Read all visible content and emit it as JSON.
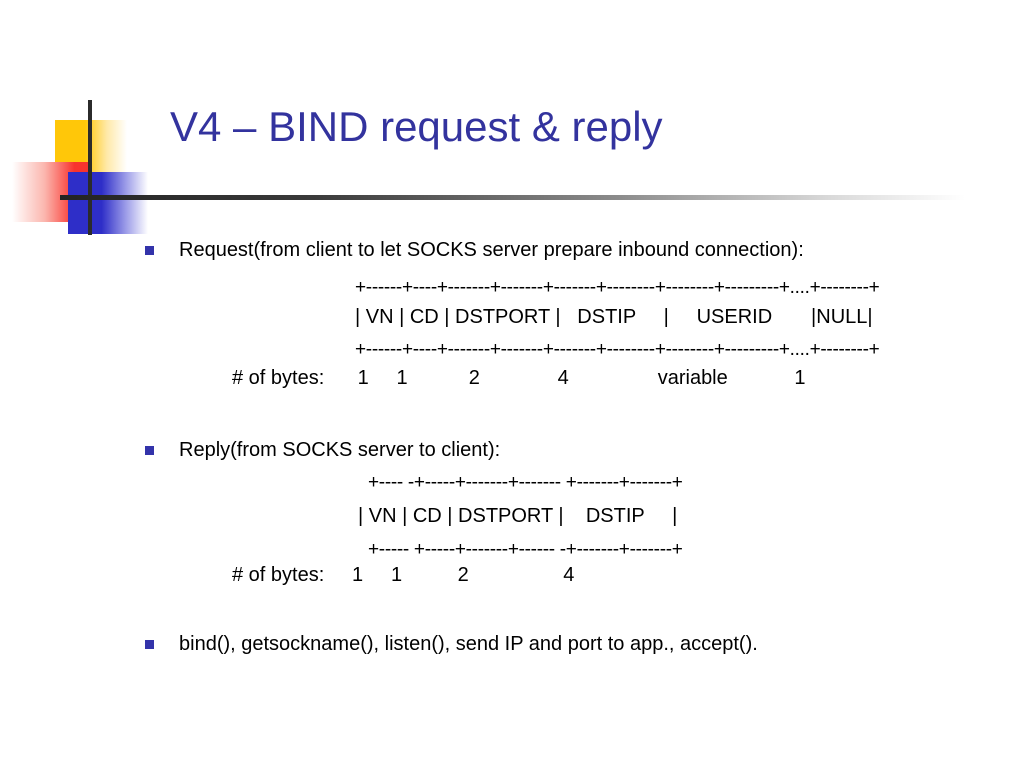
{
  "slide": {
    "title": "V4 – BIND request & reply",
    "title_color": "#33339E",
    "bullet_color": "#3333AA",
    "background": "#FFFFFF"
  },
  "bullets": [
    {
      "text": "Request(from client to let SOCKS server prepare inbound connection):"
    },
    {
      "text": "Reply(from SOCKS server to client):"
    },
    {
      "text": "bind(), getsockname(), listen(), send IP and port to app., accept()."
    }
  ],
  "request_packet": {
    "border_top": "+------+----+-------+-------+-------+--------+--------+---------+....+--------+",
    "fields_row": "| VN | CD | DSTPORT |   DSTIP     |     USERID       |NULL|",
    "border_bottom": "+------+----+-------+-------+-------+--------+--------+---------+....+--------+",
    "bytes_label": "# of bytes:",
    "bytes_row": "# of bytes:      1     1           2              4                variable            1",
    "field_names": [
      "VN",
      "CD",
      "DSTPORT",
      "DSTIP",
      "USERID",
      "NULL"
    ],
    "field_sizes": [
      "1",
      "1",
      "2",
      "4",
      "variable",
      "1"
    ]
  },
  "reply_packet": {
    "border_top": "+---- -+-----+-------+------- +-------+-------+",
    "fields_row": "| VN | CD | DSTPORT |    DSTIP     |",
    "border_bottom": "+----- +-----+-------+------ -+-------+-------+",
    "bytes_label": "# of bytes:",
    "bytes_row": "# of bytes:     1     1          2                 4",
    "field_names": [
      "VN",
      "CD",
      "DSTPORT",
      "DSTIP"
    ],
    "field_sizes": [
      "1",
      "1",
      "2",
      "4"
    ]
  }
}
